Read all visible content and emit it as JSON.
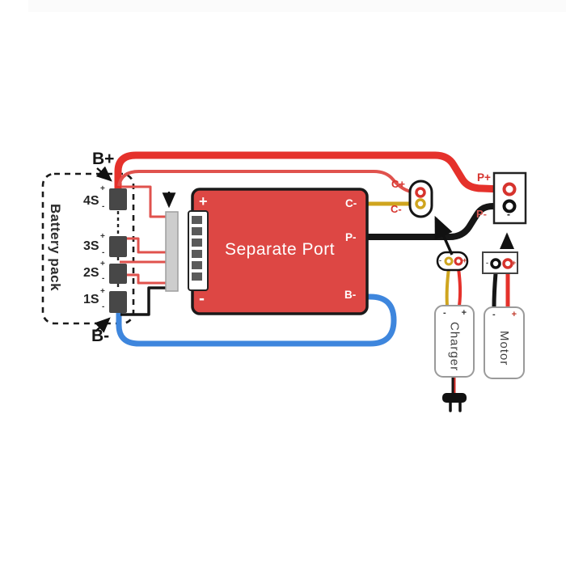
{
  "battery_pack": {
    "label": "Battery pack",
    "b_plus_label": "B+",
    "b_minus_label": "B-",
    "cells": [
      {
        "label": "4S",
        "plus": "+",
        "minus": "-"
      },
      {
        "label": "3S",
        "plus": "+",
        "minus": "-"
      },
      {
        "label": "2S",
        "plus": "+",
        "minus": "-"
      },
      {
        "label": "1S",
        "plus": "+",
        "minus": "-"
      }
    ]
  },
  "board": {
    "title": "Separate Port",
    "plus_mark": "+",
    "minus_mark": "-",
    "terminal_c_minus": "C-",
    "terminal_p_minus": "P-",
    "terminal_b_minus": "B-"
  },
  "charge_port": {
    "plus_label": "C+",
    "minus_label": "C-"
  },
  "discharge_port": {
    "plus_label": "P+",
    "minus_label": "P-",
    "minus_mark": "-"
  },
  "charger_connector": {
    "minus_mark": "-",
    "plus_mark": "+"
  },
  "motor_connector": {
    "minus_mark": "-",
    "plus_mark": "+"
  },
  "charger": {
    "label": "Charger",
    "minus_mark": "-",
    "plus_mark": "+"
  },
  "motor": {
    "label": "Motor",
    "minus_mark": "-",
    "plus_mark": "+"
  },
  "colors": {
    "wire_red": "#e5312b",
    "wire_red_thin": "#e0524d",
    "wire_yellow": "#cfa51f",
    "wire_blue": "#3e86dd",
    "wire_black": "#161616",
    "board_red": "#dd4744",
    "board_border": "#1a1a1a",
    "cell_gray": "#474747",
    "label_red": "#d6332d"
  }
}
